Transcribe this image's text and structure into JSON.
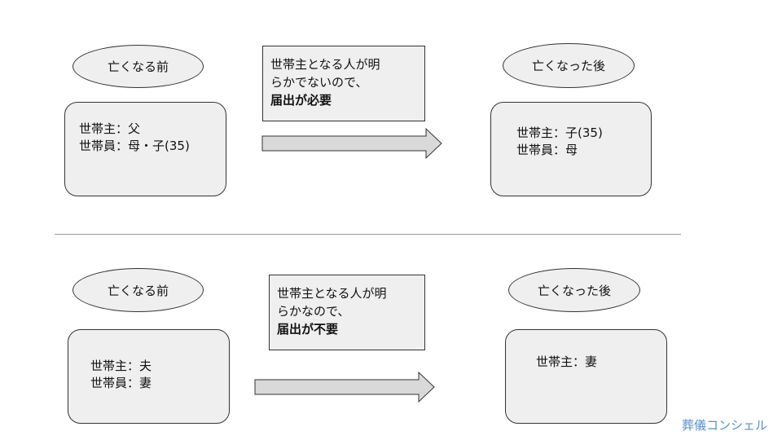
{
  "top": {
    "before_label": "亡くなる前",
    "before_lines": [
      "世帯主：父",
      "世帯員：母・子(35)"
    ],
    "note_lines": [
      "世帯主となる人が明",
      "らかでないので、"
    ],
    "note_bold": "届出が必要",
    "after_label": "亡くなった後",
    "after_lines": [
      "世帯主：子(35)",
      "世帯員：母"
    ]
  },
  "bottom": {
    "before_label": "亡くなる前",
    "before_lines": [
      "世帯主：夫",
      "世帯員：妻"
    ],
    "note_lines": [
      "世帯主となる人が明",
      "らかなので、"
    ],
    "note_bold": "届出が不要",
    "after_label": "亡くなった後",
    "after_lines": [
      "世帯主：妻"
    ]
  },
  "watermark": "葬儀コンシェル",
  "colors": {
    "shape_fill": "#efefef",
    "shape_border": "#333333",
    "watermark": "#5b8fc7"
  }
}
